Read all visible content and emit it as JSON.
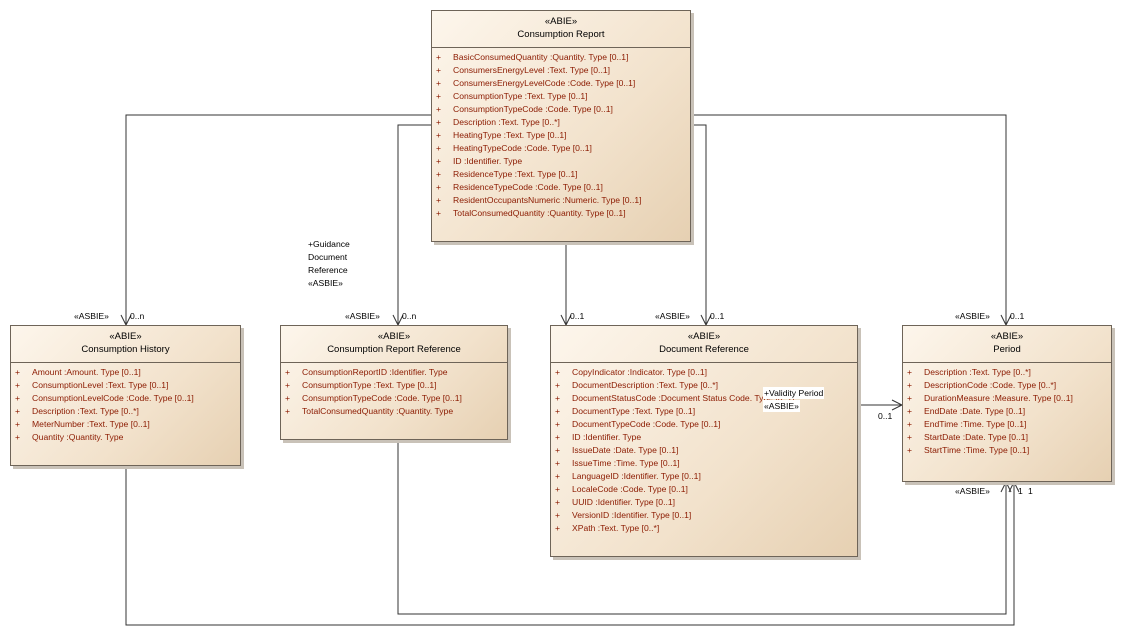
{
  "classes": {
    "consumption_report": {
      "stereotype": "«ABIE»",
      "name": "Consumption Report",
      "attributes": [
        {
          "vis": "+",
          "text": "BasicConsumedQuantity  :Quantity. Type [0..1]"
        },
        {
          "vis": "+",
          "text": "ConsumersEnergyLevel  :Text. Type [0..1]"
        },
        {
          "vis": "+",
          "text": "ConsumersEnergyLevelCode  :Code. Type [0..1]"
        },
        {
          "vis": "+",
          "text": "ConsumptionType  :Text. Type [0..1]"
        },
        {
          "vis": "+",
          "text": "ConsumptionTypeCode  :Code. Type [0..1]"
        },
        {
          "vis": "+",
          "text": "Description  :Text. Type [0..*]"
        },
        {
          "vis": "+",
          "text": "HeatingType  :Text. Type [0..1]"
        },
        {
          "vis": "+",
          "text": "HeatingTypeCode  :Code. Type [0..1]"
        },
        {
          "vis": "+",
          "text": "ID  :Identifier. Type"
        },
        {
          "vis": "+",
          "text": "ResidenceType  :Text. Type [0..1]"
        },
        {
          "vis": "+",
          "text": "ResidenceTypeCode  :Code. Type [0..1]"
        },
        {
          "vis": "+",
          "text": "ResidentOccupantsNumeric  :Numeric. Type [0..1]"
        },
        {
          "vis": "+",
          "text": "TotalConsumedQuantity  :Quantity. Type [0..1]"
        }
      ]
    },
    "consumption_history": {
      "stereotype": "«ABIE»",
      "name": "Consumption History",
      "attributes": [
        {
          "vis": "+",
          "text": "Amount  :Amount. Type [0..1]"
        },
        {
          "vis": "+",
          "text": "ConsumptionLevel  :Text. Type [0..1]"
        },
        {
          "vis": "+",
          "text": "ConsumptionLevelCode  :Code. Type [0..1]"
        },
        {
          "vis": "+",
          "text": "Description  :Text. Type [0..*]"
        },
        {
          "vis": "+",
          "text": "MeterNumber  :Text. Type [0..1]"
        },
        {
          "vis": "+",
          "text": "Quantity  :Quantity. Type"
        }
      ]
    },
    "consumption_report_reference": {
      "stereotype": "«ABIE»",
      "name": "Consumption Report Reference",
      "attributes": [
        {
          "vis": "+",
          "text": "ConsumptionReportID  :Identifier. Type"
        },
        {
          "vis": "+",
          "text": "ConsumptionType  :Text. Type [0..1]"
        },
        {
          "vis": "+",
          "text": "ConsumptionTypeCode  :Code. Type [0..1]"
        },
        {
          "vis": "+",
          "text": "TotalConsumedQuantity  :Quantity. Type"
        }
      ]
    },
    "document_reference": {
      "stereotype": "«ABIE»",
      "name": "Document Reference",
      "attributes": [
        {
          "vis": "+",
          "text": "CopyIndicator  :Indicator. Type [0..1]"
        },
        {
          "vis": "+",
          "text": "DocumentDescription  :Text. Type [0..*]"
        },
        {
          "vis": "+",
          "text": "DocumentStatusCode  :Document Status Code. Type [0..1]"
        },
        {
          "vis": "+",
          "text": "DocumentType  :Text. Type [0..1]"
        },
        {
          "vis": "+",
          "text": "DocumentTypeCode  :Code. Type [0..1]"
        },
        {
          "vis": "+",
          "text": "ID  :Identifier. Type"
        },
        {
          "vis": "+",
          "text": "IssueDate  :Date. Type [0..1]"
        },
        {
          "vis": "+",
          "text": "IssueTime  :Time. Type [0..1]"
        },
        {
          "vis": "+",
          "text": "LanguageID  :Identifier. Type [0..1]"
        },
        {
          "vis": "+",
          "text": "LocaleCode  :Code. Type [0..1]"
        },
        {
          "vis": "+",
          "text": "UUID  :Identifier. Type [0..1]"
        },
        {
          "vis": "+",
          "text": "VersionID  :Identifier. Type [0..1]"
        },
        {
          "vis": "+",
          "text": "XPath  :Text. Type [0..*]"
        }
      ]
    },
    "period": {
      "stereotype": "«ABIE»",
      "name": "Period",
      "attributes": [
        {
          "vis": "+",
          "text": "Description  :Text. Type [0..*]"
        },
        {
          "vis": "+",
          "text": "DescriptionCode  :Code. Type [0..*]"
        },
        {
          "vis": "+",
          "text": "DurationMeasure  :Measure. Type [0..1]"
        },
        {
          "vis": "+",
          "text": "EndDate  :Date. Type [0..1]"
        },
        {
          "vis": "+",
          "text": "EndTime  :Time. Type [0..1]"
        },
        {
          "vis": "+",
          "text": "StartDate  :Date. Type [0..1]"
        },
        {
          "vis": "+",
          "text": "StartTime  :Time. Type [0..1]"
        }
      ]
    }
  },
  "labels": {
    "history_stereo": "«ASBIE»",
    "history_mult": "0..n",
    "crr_stereo": "«ASBIE»",
    "crr_mult": "0..n",
    "guidance_role": [
      "+Guidance",
      "Document",
      "Reference",
      "«ASBIE»"
    ],
    "docref_left_mult": "0..1",
    "docref_stereo": "«ASBIE»",
    "docref_mult": "0..1",
    "period_stereo": "«ASBIE»",
    "period_mult": "0..1",
    "validity_role": "+Validity Period",
    "validity_stereo": "«ASBIE»",
    "validity_mult": "0..1",
    "period_bottom_stereo": "«ASBIE»",
    "period_bottom_mult1": "1",
    "period_bottom_mult2": "1"
  }
}
